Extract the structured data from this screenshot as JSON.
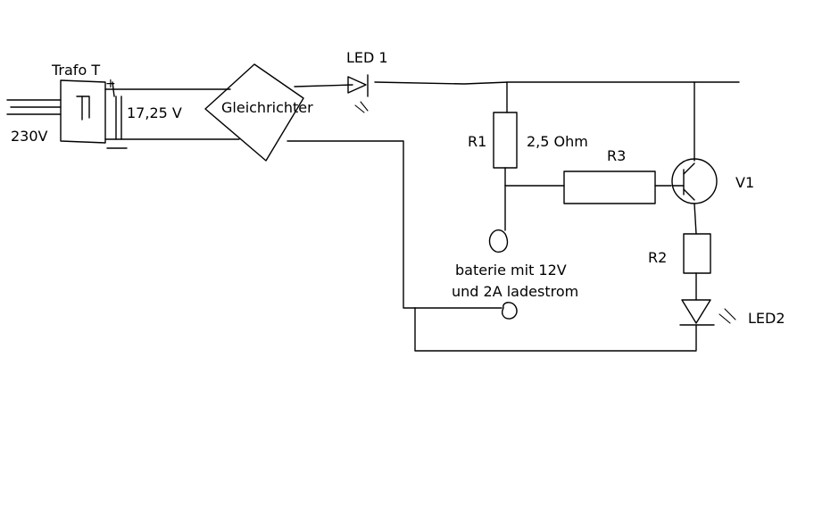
{
  "labels": {
    "trafo": "Trafo T",
    "mains": "230V",
    "voltage": "17,25 V",
    "rectifier": "Gleichrichter",
    "led1": "LED 1",
    "r1": "R1",
    "r1_value": "2,5 Ohm",
    "r3": "R3",
    "transistor": "V1",
    "r2": "R2",
    "led2": "LED2",
    "battery_line1": "baterie mit 12V",
    "battery_line2": "und 2A ladestrom",
    "plus": "+"
  }
}
